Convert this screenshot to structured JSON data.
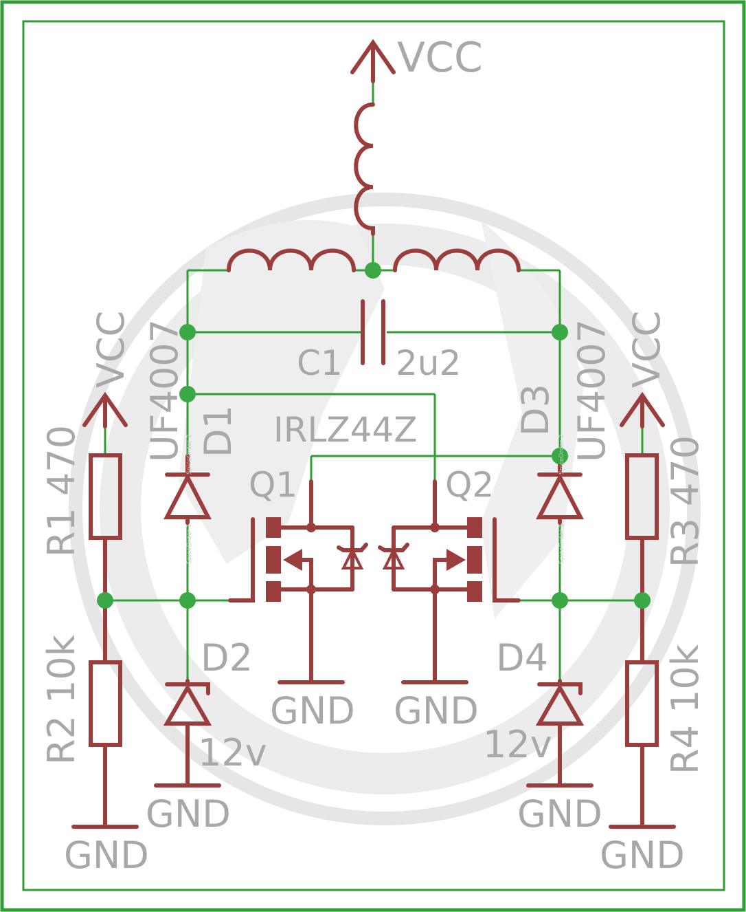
{
  "colors": {
    "wire": "#2f9e35",
    "part": "#9c3d3d",
    "label": "#a8a8a8",
    "frame": "#2f9e35",
    "watermark": "#dedede"
  },
  "watermark": {
    "kind": "circular-logo",
    "color": "#e2e2e2"
  },
  "labels": {
    "vcc_top": "VCC",
    "vcc_left": "VCC",
    "vcc_right": "VCC",
    "c1_name": "C1",
    "c1_value": "2u2",
    "d1_part": "UF4007",
    "d1_name": "D1",
    "d3_part": "UF4007",
    "d3_name": "D3",
    "mosfet_part": "IRLZ44Z",
    "q1_name": "Q1",
    "q2_name": "Q2",
    "r1": "R1 470",
    "r2": "R2 10k",
    "r3": "R3 470",
    "r4": "R4 10k",
    "d2_name": "D2",
    "d2_value": "12v",
    "d4_name": "D4",
    "d4_value": "12v",
    "gnd_q1": "GND",
    "gnd_q2": "GND",
    "gnd_d2": "GND",
    "gnd_d4": "GND",
    "gnd_r2": "GND",
    "gnd_r4": "GND",
    "spice_d1": "SpiceOrder 1",
    "spice_d1b": "SpiceOrder 2",
    "spice_d3": "SpiceOrder 1",
    "spice_d3b": "SpiceOrder 2"
  }
}
